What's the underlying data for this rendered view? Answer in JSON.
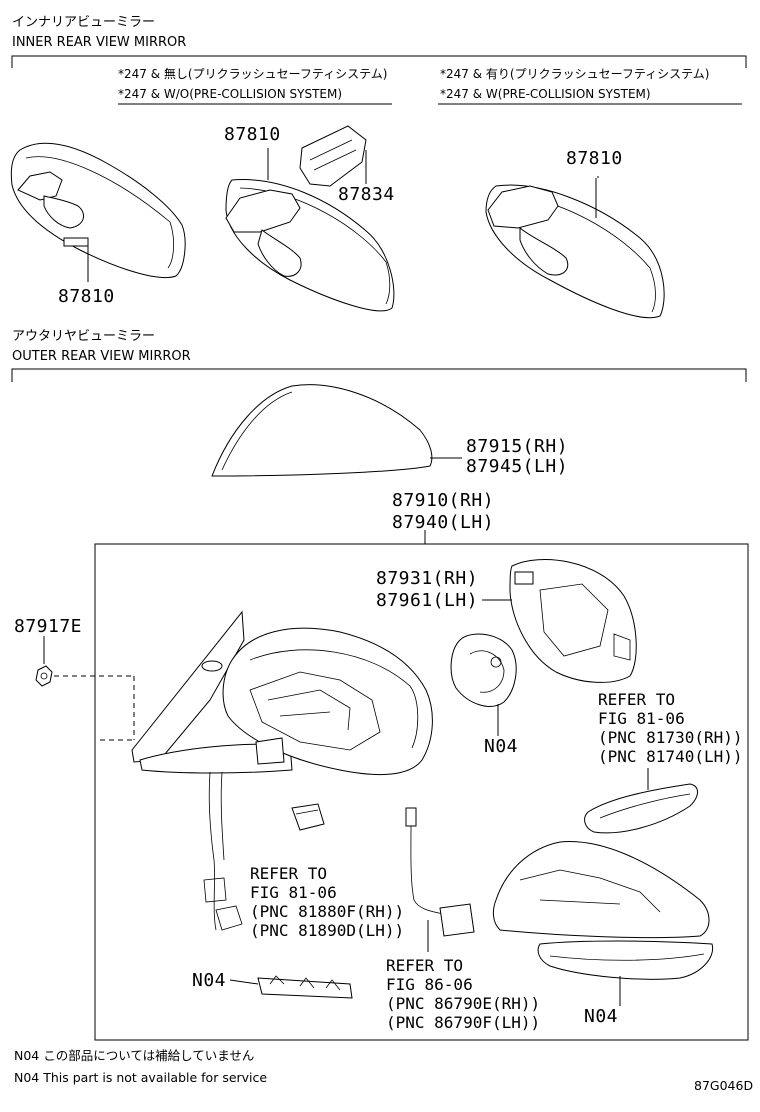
{
  "sections": {
    "inner": {
      "title_jp": "インナリアビューミラー",
      "title_en": "INNER REAR VIEW MIRROR"
    },
    "outer": {
      "title_jp": "アウタリヤビューミラー",
      "title_en": "OUTER REAR VIEW MIRROR"
    }
  },
  "variants": {
    "wo_jp": "*247 & 無し(プリクラッシュセーフティシステム)",
    "wo_en": "*247 & W/O(PRE-COLLISION SYSTEM)",
    "w_jp": "*247 & 有り(プリクラッシュセーフティシステム)",
    "w_en": "*247 & W(PRE-COLLISION SYSTEM)"
  },
  "parts": {
    "p87810_a": "87810",
    "p87810_b": "87810",
    "p87834": "87834",
    "p87810_c": "87810",
    "p87915": "87915(RH)",
    "p87945": "87945(LH)",
    "p87910": "87910(RH)",
    "p87940": "87940(LH)",
    "p87931": "87931(RH)",
    "p87961": "87961(LH)",
    "p87917e": "87917E",
    "n04_a": "N04",
    "n04_b": "N04",
    "n04_c": "N04"
  },
  "refs": {
    "ref_81730": "REFER TO\nFIG 81-06\n(PNC 81730(RH))\n(PNC 81740(LH))",
    "ref_81880": "REFER TO\nFIG 81-06\n(PNC 81880F(RH))\n(PNC 81890D(LH))",
    "ref_86790": "REFER TO\nFIG 86-06\n(PNC 86790E(RH))\n(PNC 86790F(LH))"
  },
  "footer": {
    "note_jp": "N04 この部品については補給していません",
    "note_en": "N04 This part is not available for service",
    "code": "87G046D"
  }
}
